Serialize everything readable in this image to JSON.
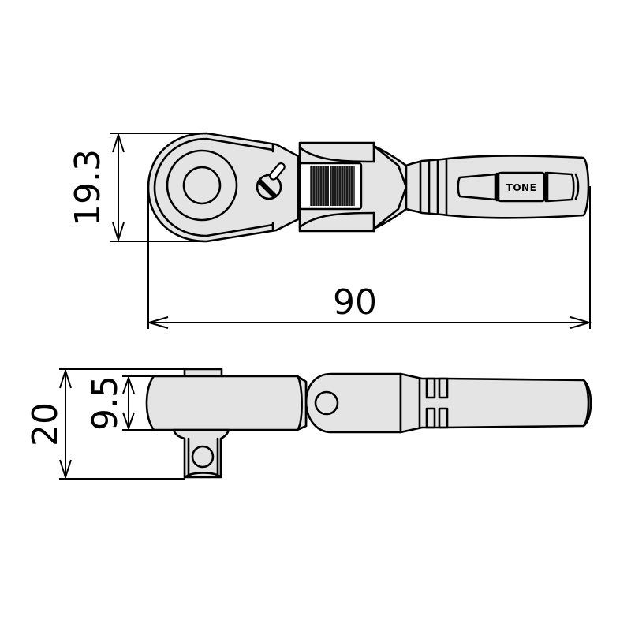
{
  "diagram": {
    "subject": "ratchet handle technical drawing",
    "colors": {
      "line": "#000000",
      "fill": "#e4e4e4",
      "background": "#ffffff"
    },
    "top_view": {
      "brand_label": "TONE",
      "dimensions": {
        "head_height": {
          "value": "19.3",
          "orientation": "vertical"
        },
        "overall_length": {
          "value": "90",
          "orientation": "horizontal"
        }
      }
    },
    "side_view": {
      "dimensions": {
        "overall_height": {
          "value": "20",
          "orientation": "vertical"
        },
        "head_thickness": {
          "value": "9.5",
          "orientation": "vertical"
        }
      }
    }
  }
}
